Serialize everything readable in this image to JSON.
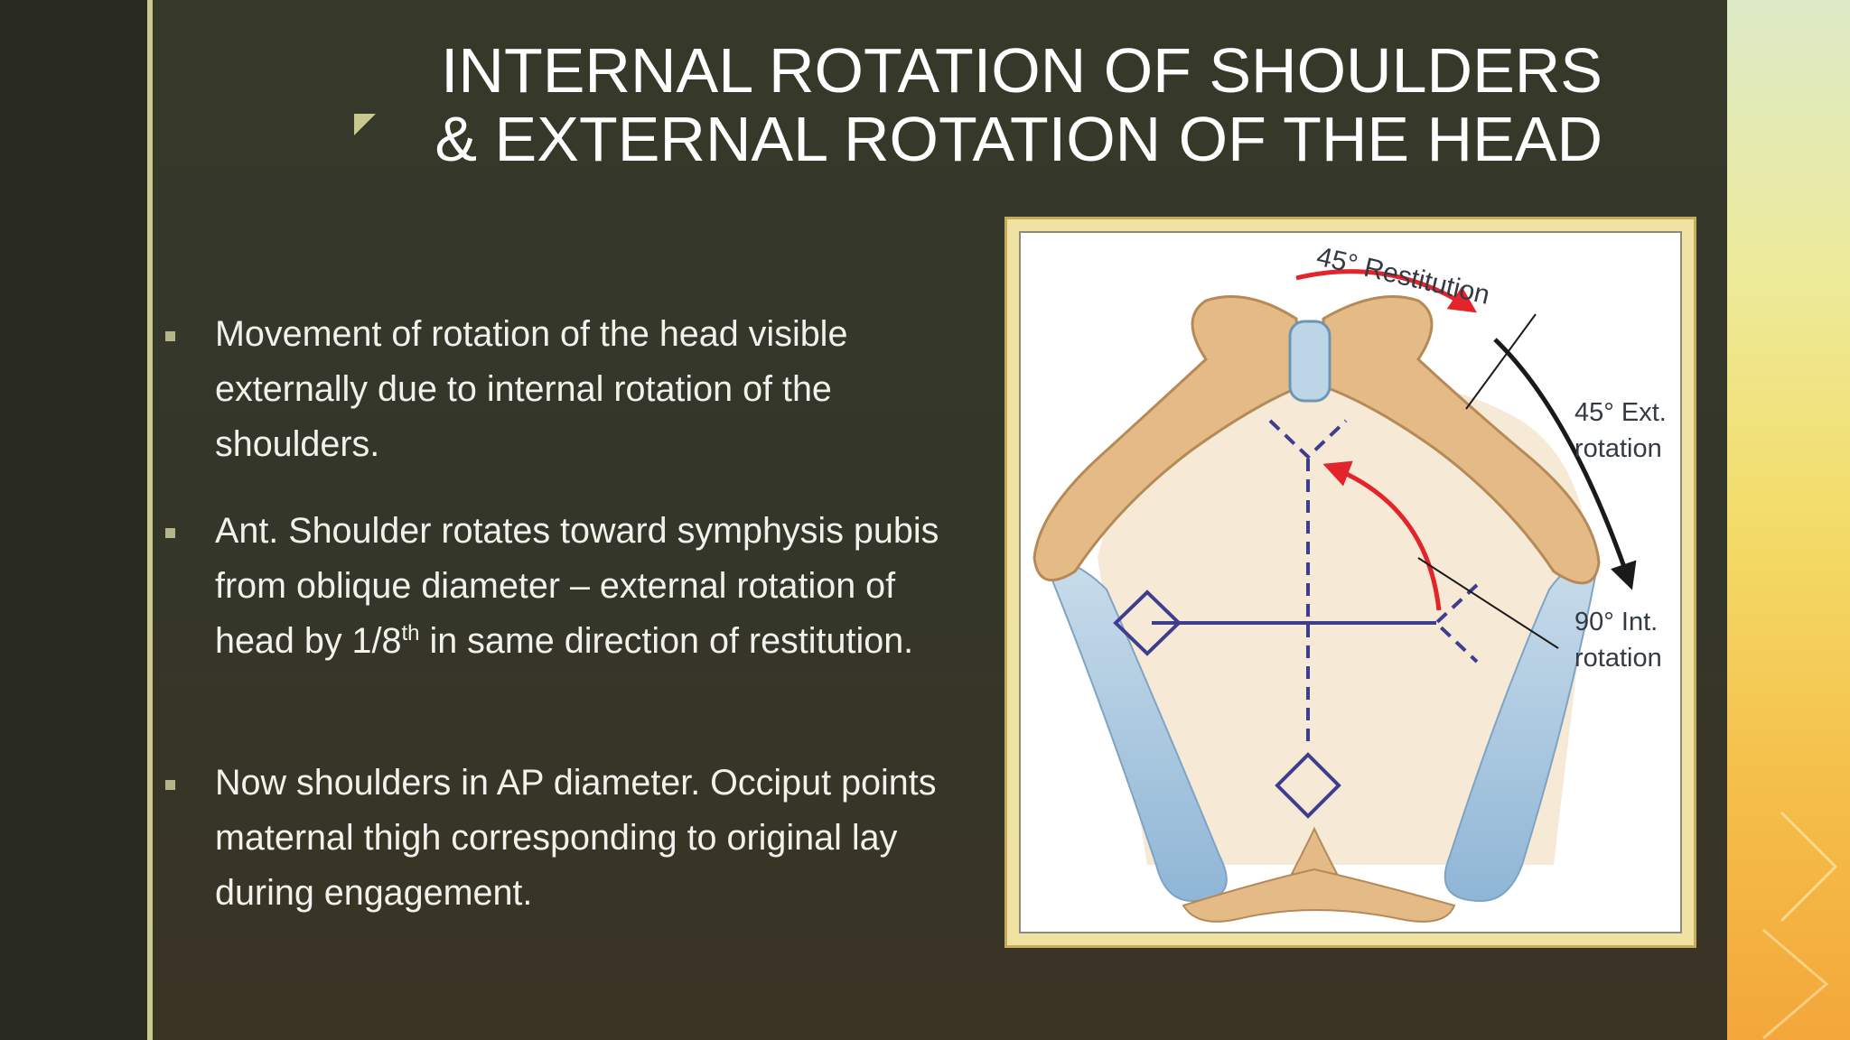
{
  "slide": {
    "title_line1": "INTERNAL ROTATION OF SHOULDERS",
    "title_line2": "& EXTERNAL ROTATION OF THE HEAD"
  },
  "bullets": [
    {
      "text": "Movement of rotation of the head visible externally due to internal rotation of the shoulders."
    },
    {
      "text_before_sup": "Ant. Shoulder rotates toward symphysis pubis from oblique diameter – external rotation of head by 1/8",
      "sup": "th",
      "text_after_sup": " in same direction of restitution."
    },
    {
      "text": "Now shoulders in AP diameter. Occiput points maternal thigh corresponding to original lay during engagement."
    }
  ],
  "figure": {
    "label_restitution": "45° Restitution",
    "label_ext_line1": "45° Ext.",
    "label_ext_line2": "rotation",
    "label_int_line1": "90° Int.",
    "label_int_line2": "rotation"
  },
  "colors": {
    "accent_rule": "#c9c98d",
    "arrow_red": "#e3242b",
    "axis_purple": "#3e3d8e",
    "bone": "#e4bb86"
  }
}
